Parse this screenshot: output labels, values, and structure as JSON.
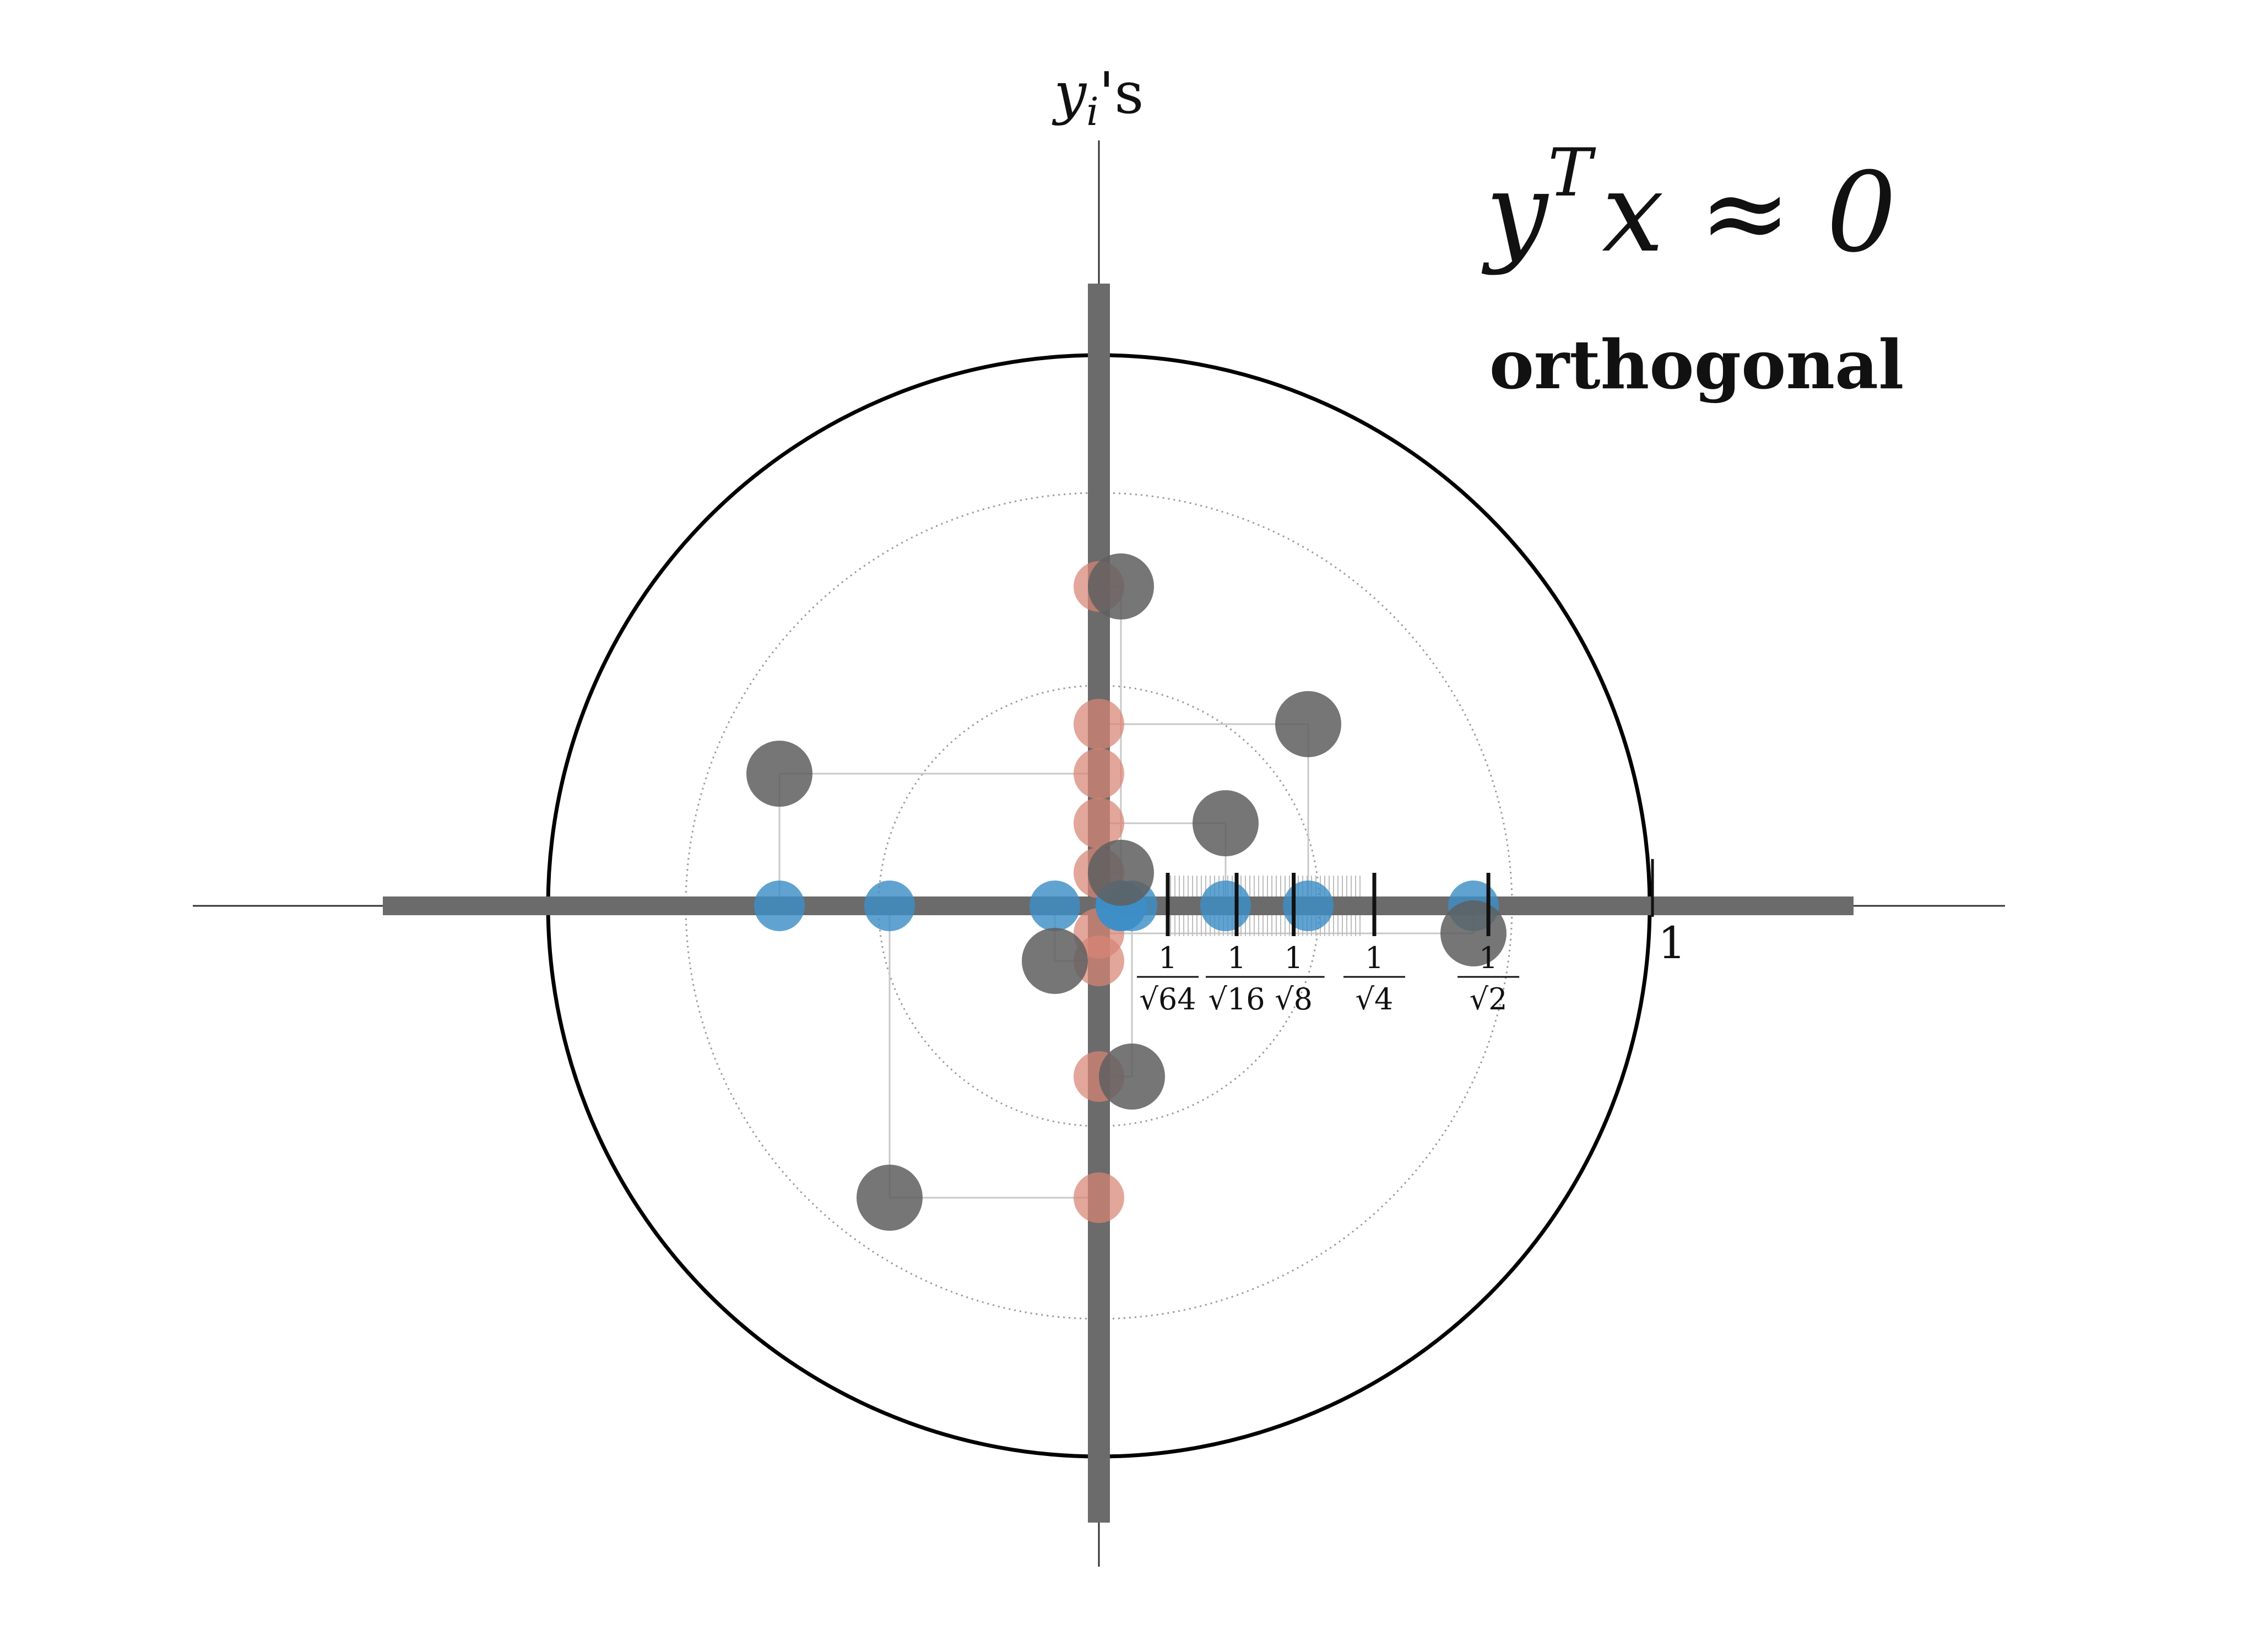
{
  "title": {
    "base": "y",
    "superscript": "T",
    "rest": "x ≈ 0"
  },
  "subtitle": "orthogonal",
  "axis_label": {
    "base": "y",
    "subscript": "i",
    "suffix": "'s"
  },
  "unit_label": "1",
  "colors": {
    "unit_circle": "#000000",
    "grid_circle": "#9a9a9a",
    "thick_axis": "#6b6b6b",
    "thin_axis": "#333333",
    "points_y": "#5f5f5f",
    "projection_x": "#3d8fc7",
    "projection_y": "#d88474"
  },
  "scale_ticks": [
    {
      "value": 0.125,
      "num": "1",
      "den": "64"
    },
    {
      "value": 0.25,
      "num": "1",
      "den": "16"
    },
    {
      "value": 0.3536,
      "num": "1",
      "den": "8"
    },
    {
      "value": 0.5,
      "num": "1",
      "den": "4"
    },
    {
      "value": 0.7071,
      "num": "1",
      "den": "2"
    }
  ],
  "grid_radii": [
    0.4,
    0.75
  ],
  "chart_data": {
    "type": "scatter",
    "title": "",
    "xlabel": "",
    "ylabel": "yi's",
    "xlim": [
      -1.65,
      1.65
    ],
    "ylim": [
      -1.2,
      1.3
    ],
    "points": [
      {
        "x": 0.04,
        "y": 0.58
      },
      {
        "x": 0.38,
        "y": 0.33
      },
      {
        "x": -0.58,
        "y": 0.24
      },
      {
        "x": 0.23,
        "y": 0.15
      },
      {
        "x": 0.04,
        "y": 0.06
      },
      {
        "x": -0.08,
        "y": -0.1
      },
      {
        "x": 0.68,
        "y": -0.05
      },
      {
        "x": 0.06,
        "y": -0.31
      },
      {
        "x": -0.38,
        "y": -0.53
      }
    ]
  }
}
